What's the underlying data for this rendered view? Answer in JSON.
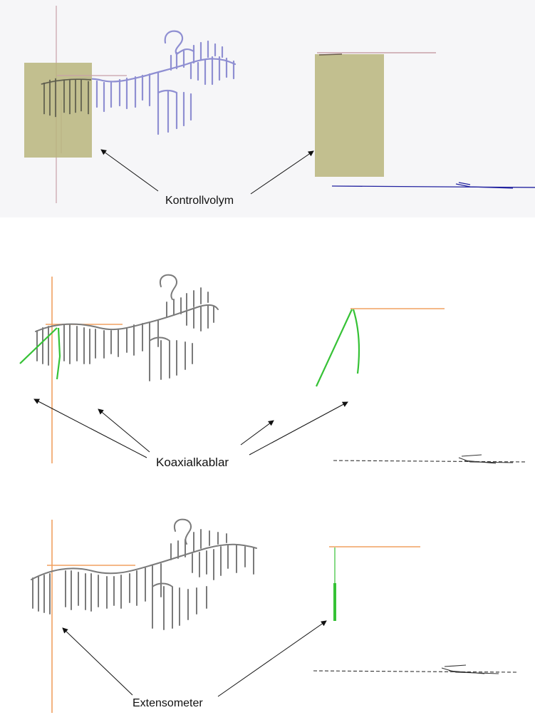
{
  "labels": {
    "control_volume": "Kontrollvolym",
    "coax_cables": "Koaxialkablar",
    "extensometer": "Extensometer"
  },
  "colors": {
    "tunnel_plan_panel1": "#8f8fd2",
    "tunnel_plan_gray": "#7a7a7a",
    "control_volume_fill": "#b9b57c",
    "orange_line": "#f0a060",
    "pink_line": "#c8a0a8",
    "green": "#36c236",
    "section_blue": "#2323a0",
    "section_dark": "#333333"
  },
  "icons": [
    "arrow-icon"
  ]
}
